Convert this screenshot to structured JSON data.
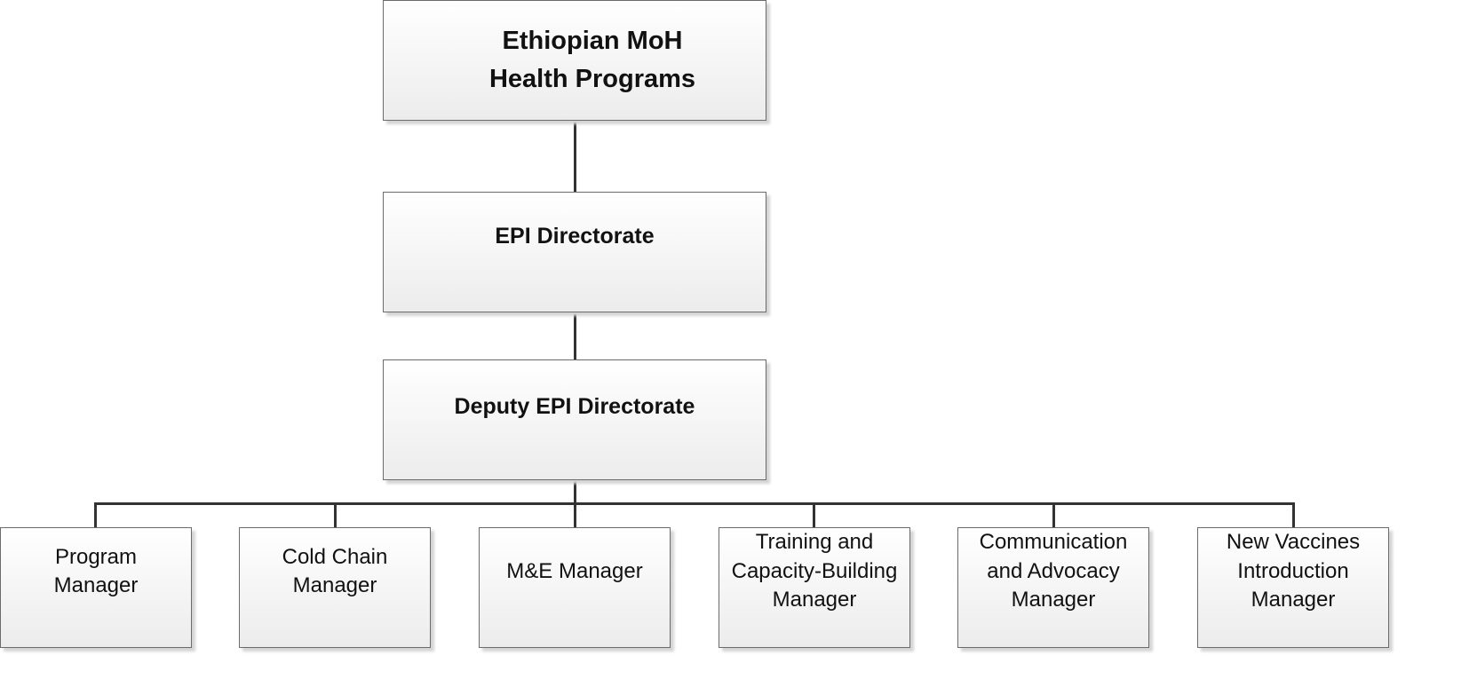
{
  "root": {
    "label": "Ethiopian MoH\nHealth Programs"
  },
  "level2": {
    "label": "EPI Directorate"
  },
  "level3": {
    "label": "Deputy EPI Directorate"
  },
  "managers": [
    {
      "label": "Program\nManager"
    },
    {
      "label": "Cold Chain\nManager"
    },
    {
      "label": "M&E Manager"
    },
    {
      "label": "Training and\nCapacity-Building\nManager"
    },
    {
      "label": "Communication\nand Advocacy\nManager"
    },
    {
      "label": "New Vaccines\nIntroduction\nManager"
    }
  ]
}
